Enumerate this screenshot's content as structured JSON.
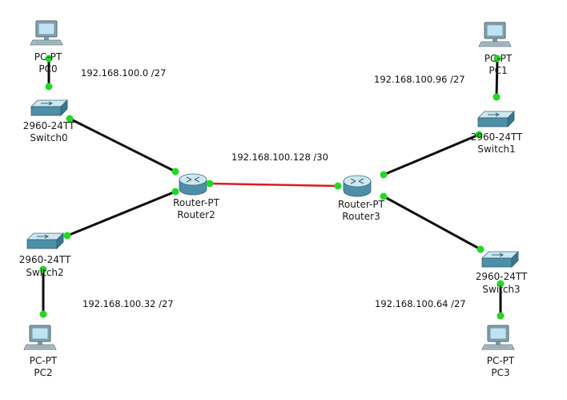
{
  "colors": {
    "link": "#0d0d0d",
    "serial_link": "#e0191f",
    "port_up": "#22d922",
    "device_body": "#4e8fa8",
    "device_top": "#cfe7ef"
  },
  "devices": {
    "pc0": {
      "model": "PC-PT",
      "name": "PC0",
      "icon": "pc-icon"
    },
    "pc1": {
      "model": "PC-PT",
      "name": "PC1",
      "icon": "pc-icon"
    },
    "pc2": {
      "model": "PC-PT",
      "name": "PC2",
      "icon": "pc-icon"
    },
    "pc3": {
      "model": "PC-PT",
      "name": "PC3",
      "icon": "pc-icon"
    },
    "switch0": {
      "model": "2960-24TT",
      "name": "Switch0",
      "icon": "switch-icon"
    },
    "switch1": {
      "model": "2960-24TT",
      "name": "Switch1",
      "icon": "switch-icon"
    },
    "switch2": {
      "model": "2960-24TT",
      "name": "Switch2",
      "icon": "switch-icon"
    },
    "switch3": {
      "model": "2960-24TT",
      "name": "Switch3",
      "icon": "switch-icon"
    },
    "router2": {
      "model": "Router-PT",
      "name": "Router2",
      "icon": "router-icon"
    },
    "router3": {
      "model": "Router-PT",
      "name": "Router3",
      "icon": "router-icon"
    }
  },
  "networks": {
    "lan0": "192.168.100.0 /27",
    "lan1": "192.168.100.96 /27",
    "lan2": "192.168.100.32 /27",
    "lan3": "192.168.100.64 /27",
    "wan": "192.168.100.128 /30"
  }
}
